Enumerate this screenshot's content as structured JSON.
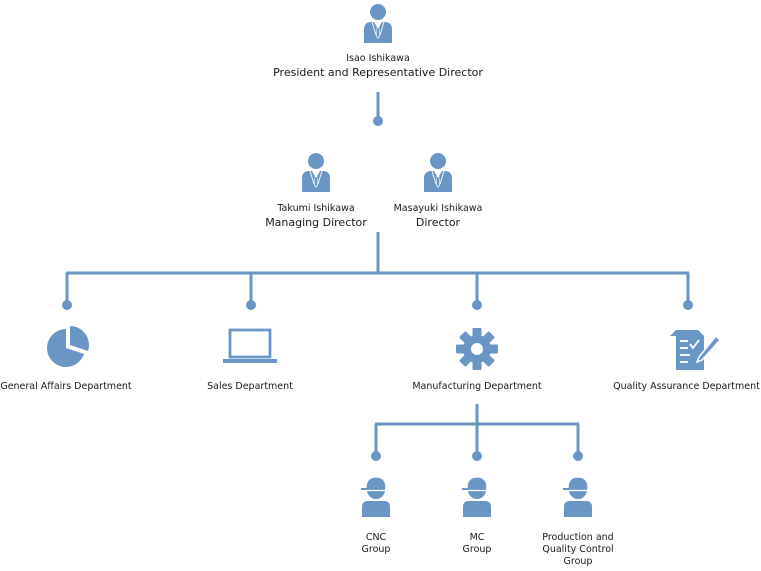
{
  "colors": {
    "accent": "#6a96c6",
    "text": "#1a1a1a"
  },
  "president": {
    "name": "Isao Ishikawa",
    "title": "President and Representative Director",
    "icon": "person-suit-icon"
  },
  "directors": [
    {
      "name": "Takumi Ishikawa",
      "title": "Managing Director",
      "icon": "person-suit-icon"
    },
    {
      "name": "Masayuki Ishikawa",
      "title": "Director",
      "icon": "person-suit-icon"
    }
  ],
  "departments": [
    {
      "label": "General Affairs Department",
      "icon": "pie-chart-icon"
    },
    {
      "label": "Sales Department",
      "icon": "laptop-icon"
    },
    {
      "label": "Manufacturing Department",
      "icon": "gear-icon"
    },
    {
      "label": "Quality Assurance Department",
      "icon": "document-pen-icon"
    }
  ],
  "groups": [
    {
      "line1": "CNC",
      "line2": "Group",
      "line3": "",
      "icon": "worker-cap-icon"
    },
    {
      "line1": "MC",
      "line2": "Group",
      "line3": "",
      "icon": "worker-cap-icon"
    },
    {
      "line1": "Production and",
      "line2": "Quality Control",
      "line3": "Group",
      "icon": "worker-cap-icon"
    }
  ]
}
